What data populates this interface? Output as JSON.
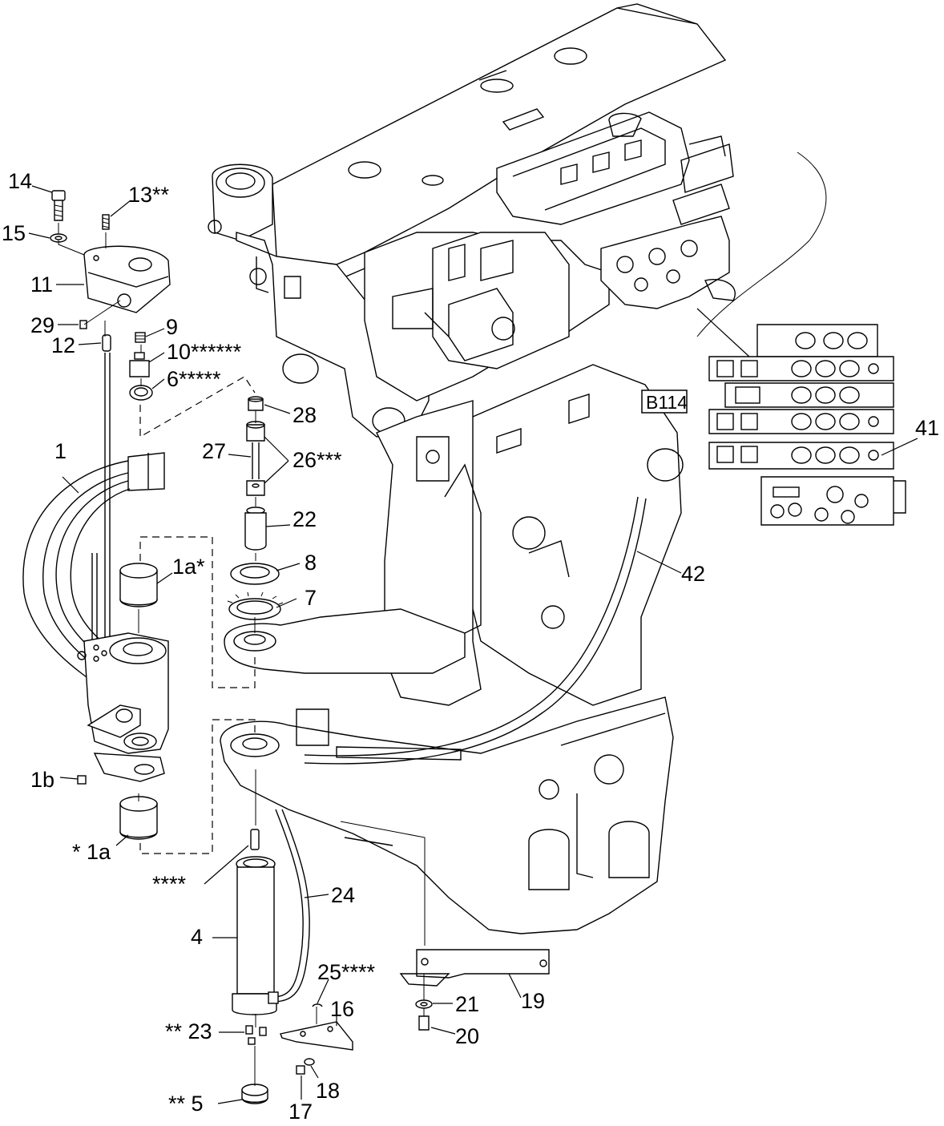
{
  "callouts": {
    "c14": "14",
    "c13": "13**",
    "c15": "15",
    "c11": "11",
    "c29": "29",
    "c12": "12",
    "c9": "9",
    "c10": "10******",
    "c6": "6*****",
    "c28": "28",
    "c27": "27",
    "c26": "26***",
    "c1": "1",
    "c22": "22",
    "c1a_top": "1a*",
    "c8": "8",
    "c7": "7",
    "c1b": "1b",
    "c1a_bottom": "* 1a",
    "c4stars": "****",
    "c24": "24",
    "c4": "4",
    "c25": "25****",
    "c16": "16",
    "c23": "** 23",
    "c21": "21",
    "c19": "19",
    "c20": "20",
    "c5": "** 5",
    "c18": "18",
    "c17": "17",
    "c41": "41",
    "c42": "42",
    "b114": "B114"
  }
}
